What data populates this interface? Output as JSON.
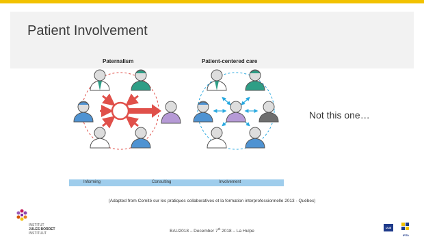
{
  "slide": {
    "title": "Patient Involvement",
    "diagram_left_label": "Paternalism",
    "diagram_right_label": "Patient-centered care",
    "side_note": "Not this one…",
    "scale_items": [
      "Informing",
      "Consulting",
      "Involvement"
    ],
    "citation": "(Adapted from Comité sur les pratiques collaboratives et la formation interprofessionnelle 2013 - Québec)",
    "footer": {
      "pre": "BAU2018 – December 7",
      "sup": "th",
      "post": " 2018 – La Hulpe"
    },
    "logos": {
      "bordet_line1": "INSTITUT",
      "bordet_line2": "JULES BORDET",
      "bordet_line3": "INSTITUUT",
      "ulb": "ULB",
      "irta": "IRTA"
    }
  },
  "colors": {
    "accent_bar": "#f2c200",
    "arrow_red": "#e0504a",
    "care_cyan": "#29a9e0",
    "scale_blue": "#9fcdec",
    "green_figure": "#2e9e86",
    "blue_figure": "#4f93d2",
    "purple_figure": "#b69ad6",
    "gray_figure": "#6e6e6e"
  },
  "icons": {
    "doctor": "doctor-figure-icon",
    "nurse": "nurse-figure-icon",
    "patient": "patient-figure-icon",
    "professional": "professional-figure-icon"
  }
}
